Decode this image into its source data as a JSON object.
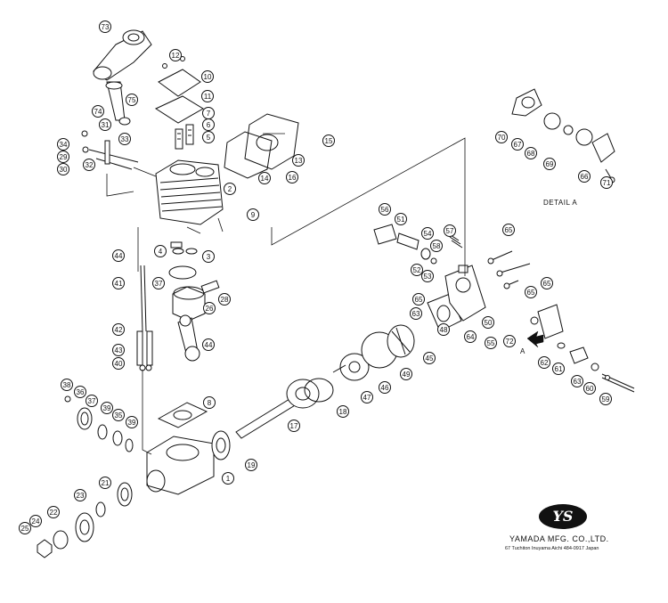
{
  "diagram": {
    "detail_label": "DETAIL A",
    "arrow_label": "A",
    "company": {
      "logo_text": "YS",
      "name": "YAMADA MFG. CO.,LTD.",
      "address": "67 Tuchiton  Inuyama  Aichi  484-0917 Japan"
    },
    "callouts": [
      {
        "label": "73"
      },
      {
        "label": "12"
      },
      {
        "label": "10"
      },
      {
        "label": "75"
      },
      {
        "label": "11"
      },
      {
        "label": "74"
      },
      {
        "label": "31"
      },
      {
        "label": "7"
      },
      {
        "label": "6"
      },
      {
        "label": "5"
      },
      {
        "label": "33"
      },
      {
        "label": "34"
      },
      {
        "label": "29"
      },
      {
        "label": "32"
      },
      {
        "label": "30"
      },
      {
        "label": "15"
      },
      {
        "label": "13"
      },
      {
        "label": "14"
      },
      {
        "label": "16"
      },
      {
        "label": "2"
      },
      {
        "label": "9"
      },
      {
        "label": "4"
      },
      {
        "label": "3"
      },
      {
        "label": "44"
      },
      {
        "label": "37"
      },
      {
        "label": "28"
      },
      {
        "label": "41"
      },
      {
        "label": "26"
      },
      {
        "label": "42"
      },
      {
        "label": "44"
      },
      {
        "label": "43"
      },
      {
        "label": "40"
      },
      {
        "label": "38"
      },
      {
        "label": "36"
      },
      {
        "label": "37"
      },
      {
        "label": "39"
      },
      {
        "label": "35"
      },
      {
        "label": "39"
      },
      {
        "label": "8"
      },
      {
        "label": "1"
      },
      {
        "label": "19"
      },
      {
        "label": "21"
      },
      {
        "label": "23"
      },
      {
        "label": "22"
      },
      {
        "label": "24"
      },
      {
        "label": "25"
      },
      {
        "label": "17"
      },
      {
        "label": "18"
      },
      {
        "label": "47"
      },
      {
        "label": "46"
      },
      {
        "label": "49"
      },
      {
        "label": "45"
      },
      {
        "label": "48"
      },
      {
        "label": "64"
      },
      {
        "label": "65"
      },
      {
        "label": "63"
      },
      {
        "label": "56"
      },
      {
        "label": "51"
      },
      {
        "label": "54"
      },
      {
        "label": "57"
      },
      {
        "label": "58"
      },
      {
        "label": "52"
      },
      {
        "label": "53"
      },
      {
        "label": "65"
      },
      {
        "label": "65"
      },
      {
        "label": "65"
      },
      {
        "label": "50"
      },
      {
        "label": "55"
      },
      {
        "label": "72"
      },
      {
        "label": "62"
      },
      {
        "label": "61"
      },
      {
        "label": "63"
      },
      {
        "label": "60"
      },
      {
        "label": "59"
      },
      {
        "label": "70"
      },
      {
        "label": "67"
      },
      {
        "label": "68"
      },
      {
        "label": "69"
      },
      {
        "label": "66"
      },
      {
        "label": "71"
      }
    ]
  }
}
